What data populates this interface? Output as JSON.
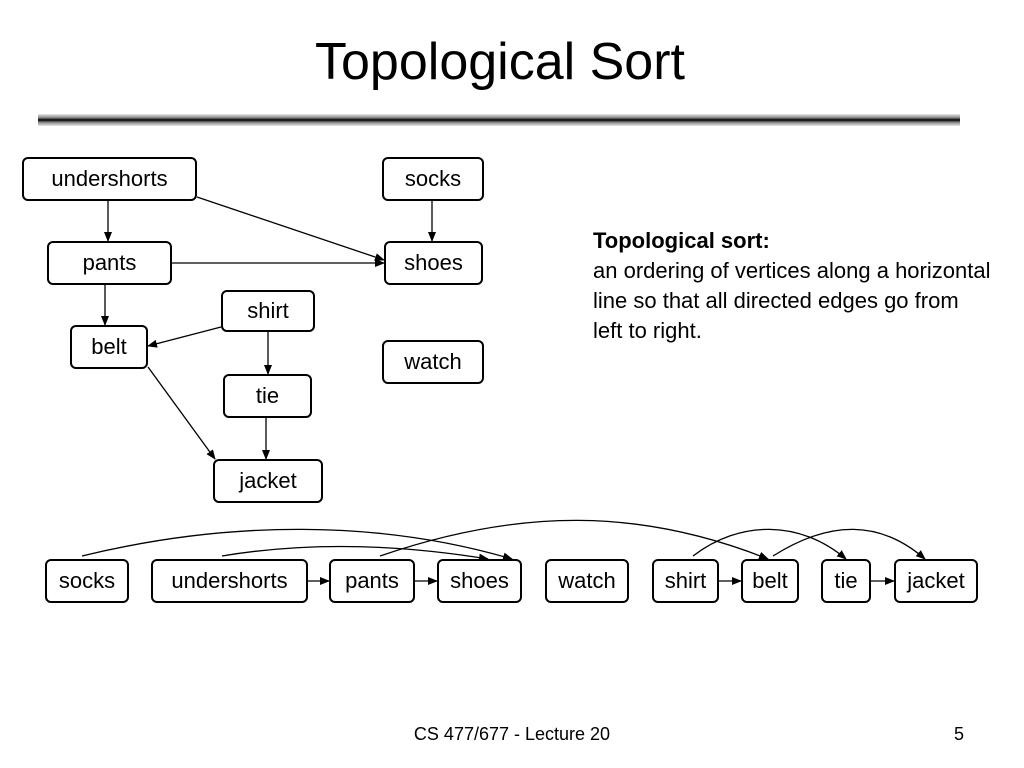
{
  "slide": {
    "title": "Topological Sort",
    "definition_title": "Topological sort:",
    "definition_body": "an ordering of vertices along a horizontal line so that all directed edges go from left to right.",
    "footer": "CS 477/677 - Lecture 20",
    "page_number": "5"
  },
  "graph": {
    "nodes": [
      {
        "id": "undershorts",
        "label": "undershorts"
      },
      {
        "id": "socks",
        "label": "socks"
      },
      {
        "id": "pants",
        "label": "pants"
      },
      {
        "id": "shoes",
        "label": "shoes"
      },
      {
        "id": "shirt",
        "label": "shirt"
      },
      {
        "id": "belt",
        "label": "belt"
      },
      {
        "id": "watch",
        "label": "watch"
      },
      {
        "id": "tie",
        "label": "tie"
      },
      {
        "id": "jacket",
        "label": "jacket"
      }
    ],
    "edges": [
      [
        "undershorts",
        "pants"
      ],
      [
        "undershorts",
        "shoes"
      ],
      [
        "socks",
        "shoes"
      ],
      [
        "pants",
        "shoes"
      ],
      [
        "pants",
        "belt"
      ],
      [
        "shirt",
        "belt"
      ],
      [
        "shirt",
        "tie"
      ],
      [
        "tie",
        "jacket"
      ],
      [
        "belt",
        "jacket"
      ]
    ]
  },
  "sorted_order": [
    "socks",
    "undershorts",
    "pants",
    "shoes",
    "watch",
    "shirt",
    "belt",
    "tie",
    "jacket"
  ]
}
